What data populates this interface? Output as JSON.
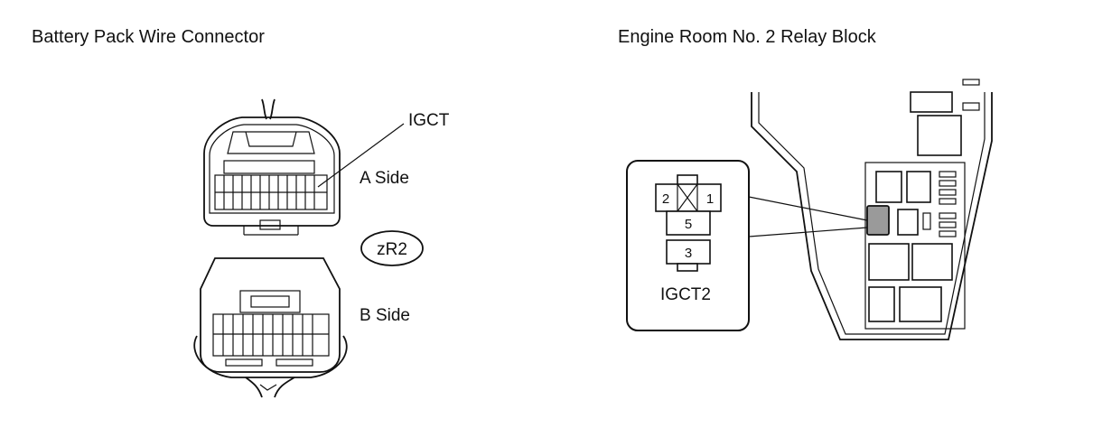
{
  "left_panel": {
    "title": "Battery Pack Wire Connector",
    "callout_label": "IGCT",
    "a_side_label": "A Side",
    "connector_code": "zR2",
    "b_side_label": "B Side"
  },
  "right_panel": {
    "title": "Engine Room No. 2 Relay Block",
    "relay_name": "IGCT2",
    "pins": [
      "2",
      "1",
      "5",
      "3"
    ]
  },
  "colors": {
    "ink": "#111111",
    "highlight": "#9a9a9a"
  }
}
